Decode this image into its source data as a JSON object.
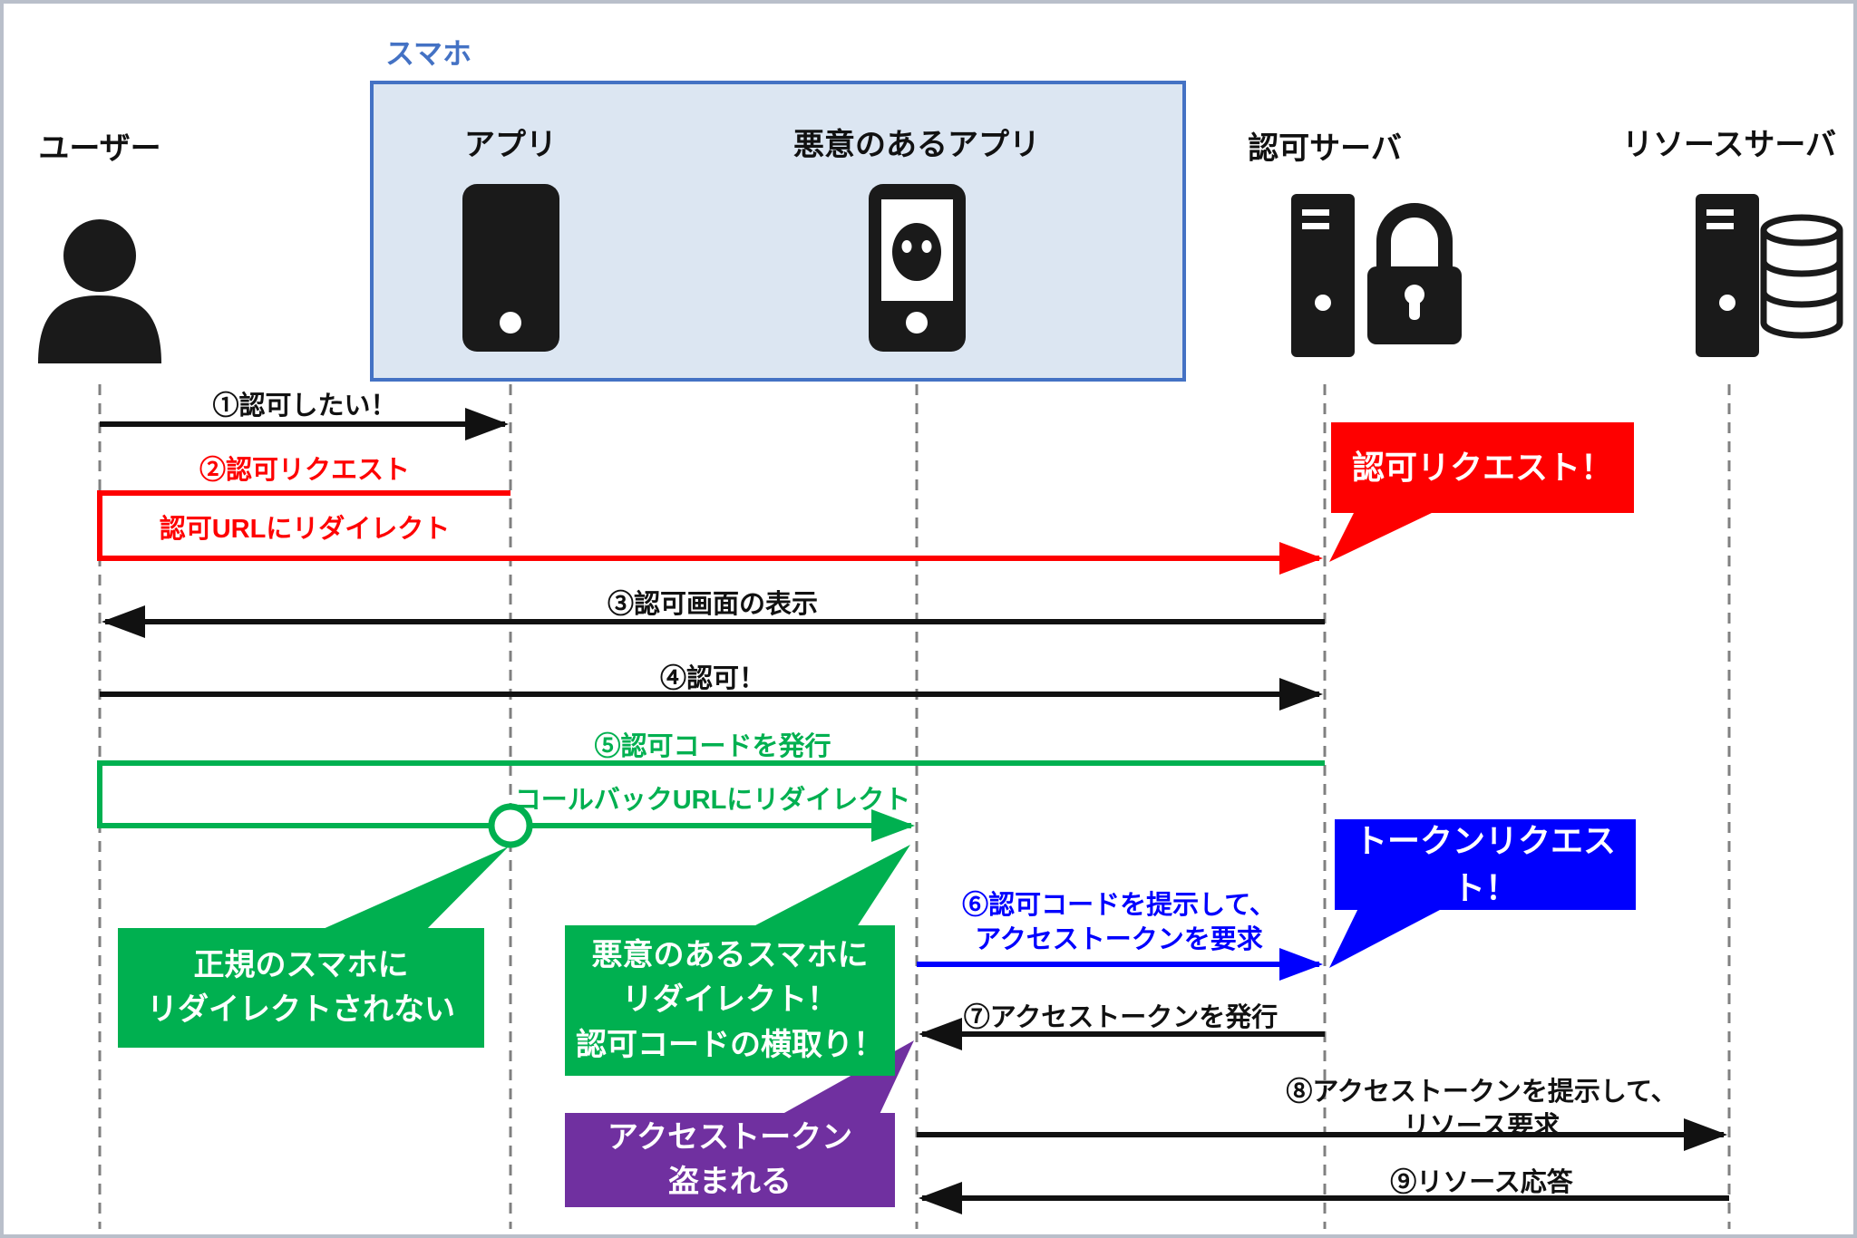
{
  "colors": {
    "black": "#111111",
    "red": "#fe0000",
    "green": "#00b050",
    "blue": "#0000fe",
    "purple": "#7030a0",
    "box_border": "#4472c4",
    "box_fill": "#dce6f2",
    "lifeline_gray": "#808080"
  },
  "actors": {
    "user": "ユーザー",
    "app": "アプリ",
    "malicious_app": "悪意のあるアプリ",
    "auth_server": "認可サーバ",
    "resource_server": "リソースサーバ",
    "phone_group": "スマホ"
  },
  "messages": {
    "m1": "①認可したい！",
    "m2": "②認可リクエスト",
    "m2_sub": "認可URLにリダイレクト",
    "m3": "③認可画面の表示",
    "m4": "④認可！",
    "m5": "⑤認可コードを発行",
    "m5_sub": "コールバックURLにリダイレクト",
    "m6_line1": "⑥認可コードを提示して、",
    "m6_line2": "アクセストークンを要求",
    "m7": "⑦アクセストークンを発行",
    "m8_line1": "⑧アクセストークンを提示して、",
    "m8_line2": "リソース要求",
    "m9": "⑨リソース応答"
  },
  "callouts": {
    "auth_request": "認可リクエスト！",
    "token_request": "トークンリクエスト！",
    "not_redirected_line1": "正規のスマホに",
    "not_redirected_line2": "リダイレクトされない",
    "hijack_line1": "悪意のあるスマホに",
    "hijack_line2": "リダイレクト！",
    "hijack_line3": "認可コードの横取り！",
    "stolen_line1": "アクセストークン",
    "stolen_line2": "盗まれる"
  }
}
